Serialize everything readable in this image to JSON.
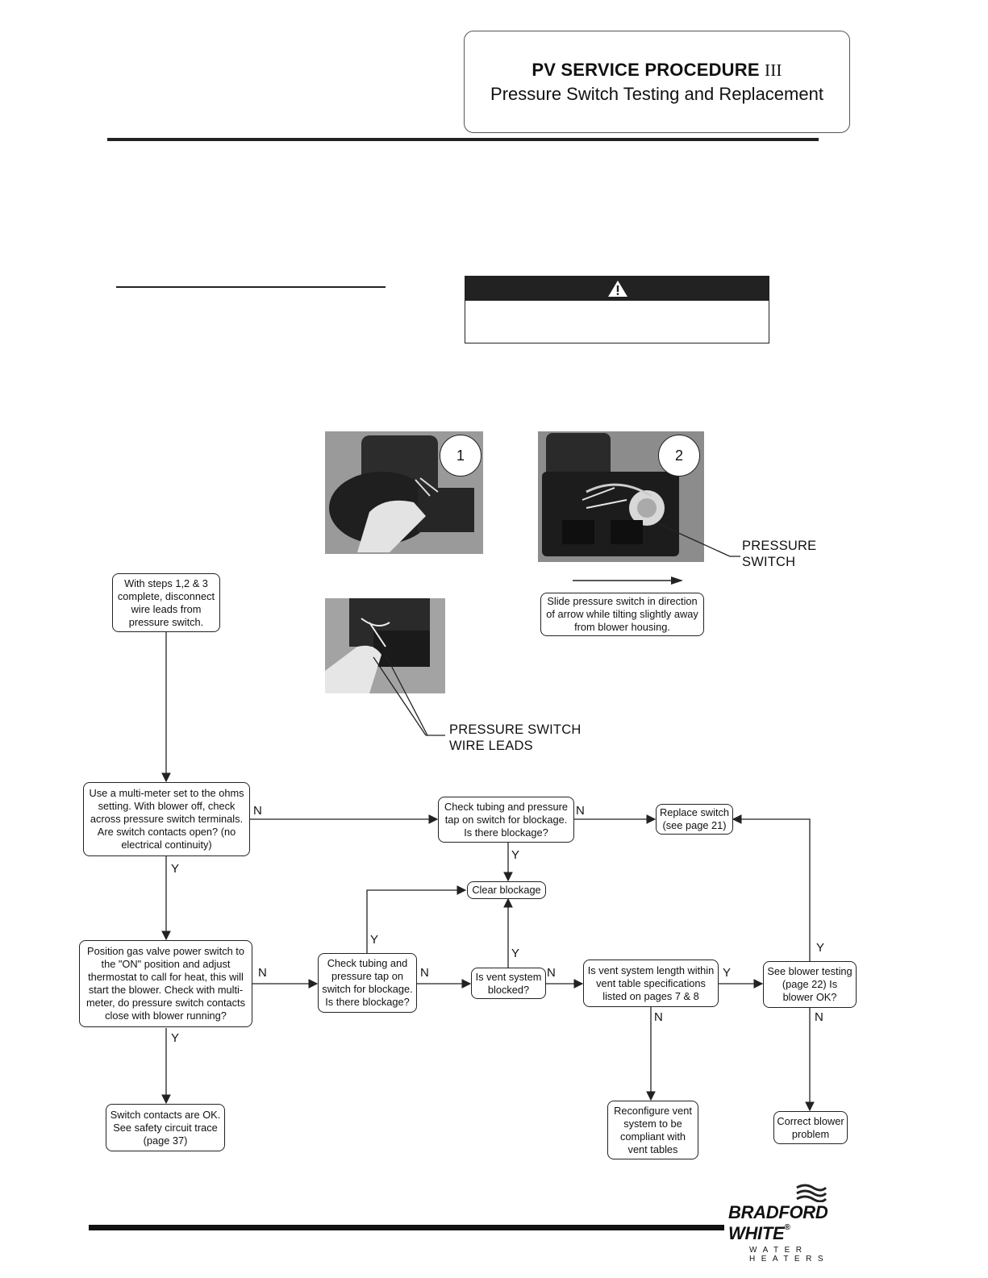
{
  "header": {
    "title": "PV SERVICE PROCEDURE",
    "roman": "III",
    "subtitle": "Pressure Switch Testing and Replacement"
  },
  "photos": {
    "step1_number": "1",
    "step2_number": "2",
    "pressure_switch_label_line1": "PRESSURE",
    "pressure_switch_label_line2": "SWITCH",
    "wire_leads_label_line1": "PRESSURE SWITCH",
    "wire_leads_label_line2": "WIRE LEADS",
    "slide_note": "Slide pressure switch in direction of arrow while tilting slightly away from blower housing."
  },
  "flowchart": {
    "start": "With steps 1,2 & 3 complete, disconnect wire leads from pressure switch.",
    "ohms_test": "Use a multi-meter set to the ohms setting. With blower off, check across pressure switch terminals. Are switch contacts open? (no electrical continuity)",
    "check_tubing_top": "Check tubing and pressure tap on switch for blockage. Is there blockage?",
    "replace_switch": "Replace switch (see page 21)",
    "clear_blockage": "Clear blockage",
    "gas_valve": "Position gas valve power switch to the \"ON\" position and adjust thermostat to call for heat, this will start the blower. Check with multi-meter, do pressure switch contacts close with blower running?",
    "check_tubing_mid": "Check tubing and pressure tap on switch for blockage. Is there blockage?",
    "vent_blocked": "Is vent system blocked?",
    "vent_length": "Is vent system length within vent table specifications listed on pages 7 & 8",
    "blower_testing": "See blower testing (page 22) Is blower OK?",
    "contacts_ok": "Switch contacts are OK. See safety circuit trace (page 37)",
    "reconfigure_vent": "Reconfigure vent system to be compliant with vent tables",
    "correct_blower": "Correct blower problem",
    "yes": "Y",
    "no": "N"
  },
  "footer": {
    "brand": "BRADFORD WHITE",
    "registered": "®",
    "tagline": "WATER HEATERS"
  }
}
